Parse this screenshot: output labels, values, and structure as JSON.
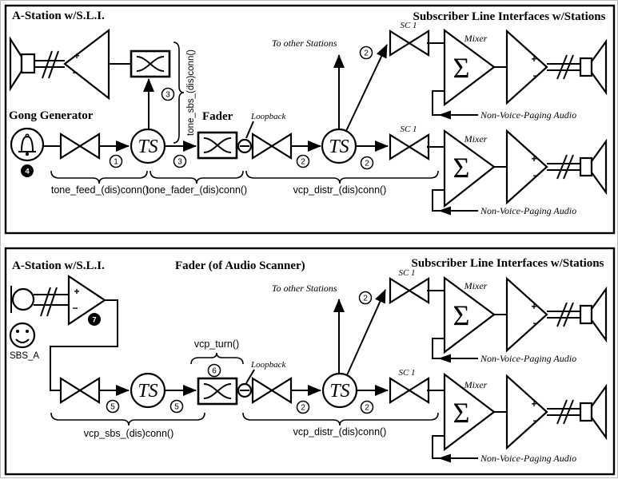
{
  "shared": {
    "station_title": "A-Station w/S.L.I.",
    "subscriber_title": "Subscriber Line Interfaces w/Stations",
    "ts_label": "TS",
    "sigma_label": "Σ",
    "mixer_label": "Mixer",
    "sc1_label": "SC 1",
    "loopback_label": "Loopback",
    "to_other_stations_label": "To other Stations",
    "non_voice_label": "Non-Voice-Paging Audio",
    "plus_label": "+",
    "minus_label": "−"
  },
  "top_panel": {
    "gong_generator_title": "Gong Generator",
    "fader_title": "Fader",
    "calls": {
      "tone_sbs": "tone_sbs_(dis)conn()",
      "tone_feed": "tone_feed_(dis)conn()",
      "tone_fader": "tone_fader_(dis)conn()",
      "vcp_distr": "vcp_distr_(dis)conn()"
    },
    "steps": {
      "one": "1",
      "two": "2",
      "three": "3",
      "four": "4"
    }
  },
  "bottom_panel": {
    "fader_title": "Fader (of Audio Scanner)",
    "sbs_label": "SBS_A",
    "calls": {
      "vcp_turn": "vcp_turn()",
      "vcp_sbs": "vcp_sbs_(dis)conn()",
      "vcp_distr": "vcp_distr_(dis)conn()"
    },
    "steps": {
      "two": "2",
      "five": "5",
      "six": "6",
      "seven": "7"
    }
  }
}
